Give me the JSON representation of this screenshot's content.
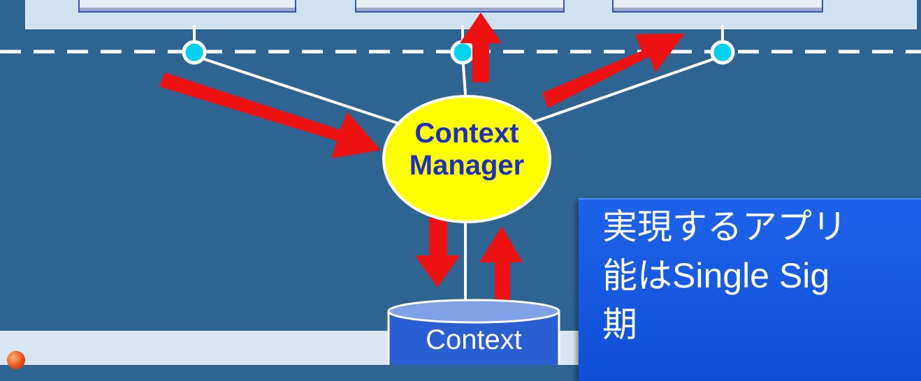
{
  "context_manager": {
    "label_line1": "Context",
    "label_line2": "Manager"
  },
  "context_store": {
    "label": "Context"
  },
  "callout": {
    "text": "実現するアプリ\n能はSingle Sig\n期"
  },
  "colors": {
    "background": "#2e6492",
    "arrow": "#ee1111",
    "node": "#00d2ef",
    "manager_fill": "#ffff00",
    "manager_text": "#1f2ec4",
    "callout_fill": "#1d63ea",
    "cylinder": "#2a5fd3"
  }
}
